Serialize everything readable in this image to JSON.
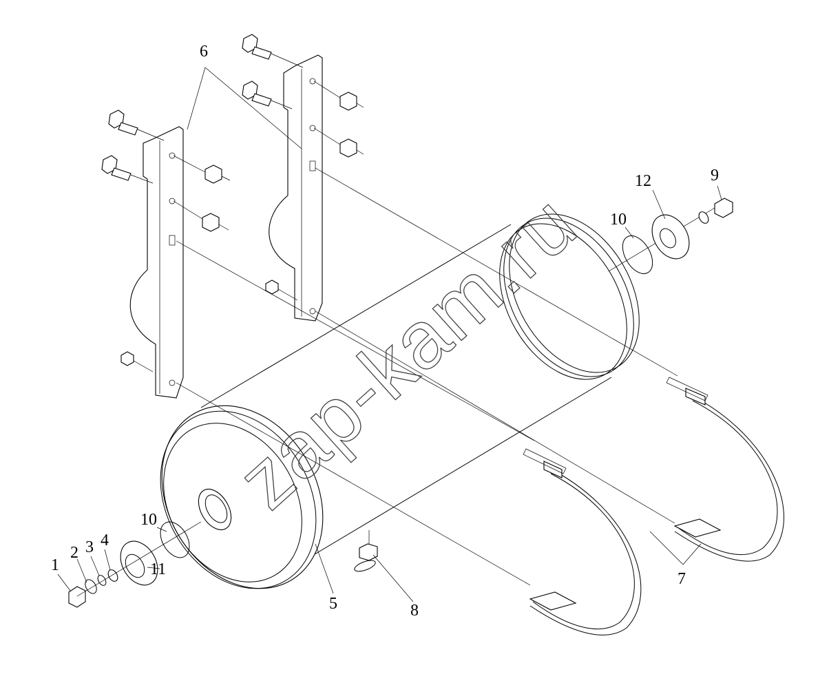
{
  "diagram": {
    "callouts": [
      {
        "id": "c1",
        "text": "1"
      },
      {
        "id": "c2",
        "text": "2"
      },
      {
        "id": "c3",
        "text": "3"
      },
      {
        "id": "c4",
        "text": "4"
      },
      {
        "id": "c5",
        "text": "5"
      },
      {
        "id": "c6",
        "text": "6"
      },
      {
        "id": "c7",
        "text": "7"
      },
      {
        "id": "c8",
        "text": "8"
      },
      {
        "id": "c9",
        "text": "9"
      },
      {
        "id": "c10a",
        "text": "10"
      },
      {
        "id": "c10b",
        "text": "10"
      },
      {
        "id": "c11",
        "text": "11"
      },
      {
        "id": "c12",
        "text": "12"
      }
    ],
    "watermark": "zap-kam.ru"
  }
}
